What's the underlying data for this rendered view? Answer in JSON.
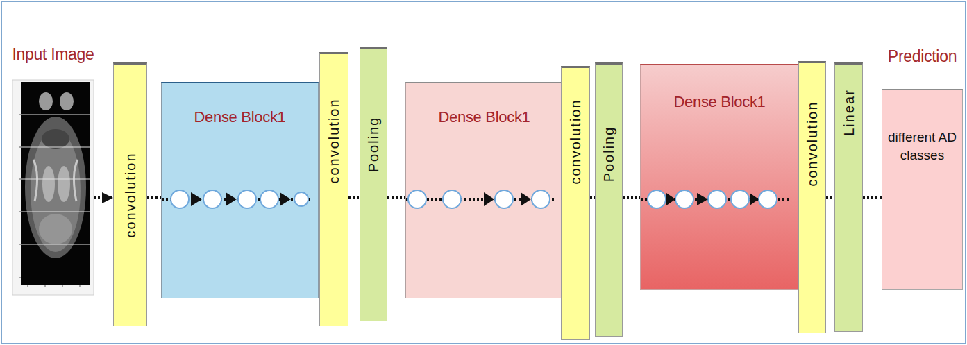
{
  "diagram": {
    "nodes": [
      {
        "text": [
          "Input Image"
        ]
      },
      {
        "text": [
          "convolution"
        ]
      },
      {
        "text": [
          "Dense Block1"
        ]
      },
      {
        "text": [
          "convolution"
        ]
      },
      {
        "text": [
          "Pooling"
        ]
      },
      {
        "text": [
          "Dense Block1"
        ]
      },
      {
        "text": [
          "convolution"
        ]
      },
      {
        "text": [
          "Pooling"
        ]
      },
      {
        "text": [
          "Dense Block1"
        ]
      },
      {
        "text": [
          "convolution"
        ]
      },
      {
        "text": [
          "Linear"
        ]
      },
      {
        "text": [
          "Prediction",
          "different AD classes"
        ]
      }
    ],
    "edges": [
      {
        "from": 0,
        "to": 1,
        "arrow": "to"
      },
      {
        "from": 1,
        "to": 2,
        "arrow": "none"
      },
      {
        "from": 2,
        "to": 3,
        "arrow": "none"
      },
      {
        "from": 3,
        "to": 4,
        "arrow": "none"
      },
      {
        "from": 4,
        "to": 5,
        "arrow": "none"
      },
      {
        "from": 5,
        "to": 6,
        "arrow": "none"
      },
      {
        "from": 6,
        "to": 7,
        "arrow": "none"
      },
      {
        "from": 7,
        "to": 8,
        "arrow": "none"
      },
      {
        "from": 8,
        "to": 9,
        "arrow": "none"
      },
      {
        "from": 9,
        "to": 10,
        "arrow": "none"
      },
      {
        "from": 10,
        "to": 11,
        "arrow": "none"
      }
    ]
  }
}
